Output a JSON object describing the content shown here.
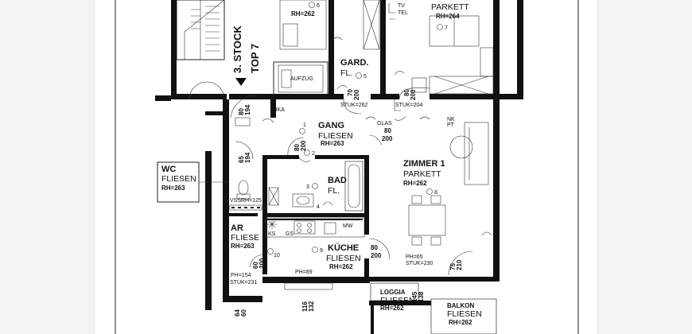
{
  "stair": {
    "floor": "3. STOCK",
    "unit": "TOP 7"
  },
  "elevator": "AUFZUG",
  "rooms": {
    "gard": {
      "name": "GARD.",
      "floor": "FL.",
      "num": "5"
    },
    "bed": {
      "floor": "PARKETT",
      "rh": "RH=264",
      "num": "7"
    },
    "topleft": {
      "rh": "RH=262",
      "num": "6"
    },
    "gang": {
      "name": "GANG",
      "floor": "FLIESEN",
      "rh": "RH=263"
    },
    "wc": {
      "name": "WC",
      "floor": "FLIESEN",
      "rh": "RH=263"
    },
    "bad": {
      "name": "BAD",
      "floor": "FL.",
      "num": "3"
    },
    "zimmer": {
      "name": "ZIMMER 1",
      "floor": "PARKETT",
      "rh": "RH=262",
      "num": "8"
    },
    "ar": {
      "name": "AR",
      "floor": "FLIESE",
      "rh": "RH=263",
      "num": "10"
    },
    "kueche": {
      "name": "KÜCHE",
      "floor": "FLIESEN",
      "rh": "RH=262",
      "num": "9"
    },
    "loggia": {
      "name": "LOGGIA",
      "floor": "FLIESEN",
      "rh": "RH=262"
    },
    "balkon": {
      "name": "BALKON",
      "floor": "FLIESEN",
      "rh": "RH=262"
    }
  },
  "annotations": {
    "tv": "TV",
    "tel": "TEL",
    "sika": "SIKA",
    "glas": "GLAS",
    "nk": "NK",
    "pt": "PT",
    "stuk_262": "STUK=262",
    "stuk_204": "STUK=204",
    "stuk_230_a": "STUK=230",
    "stuk_230_b": "STUK=230",
    "stuk_231": "STUK=231",
    "ph_65": "PH=65",
    "ph_89": "PH=89",
    "ph_154": "PH=154",
    "vss": "VSS",
    "rh125": "RH=125",
    "ks": "KS",
    "gs": "GS",
    "mw": "MW",
    "d_70_200": [
      "70",
      "200"
    ],
    "d_80_200_bed": [
      "80",
      "200"
    ],
    "d_80_194": [
      "80",
      "194"
    ],
    "d_80_200_gang": [
      "80",
      "200"
    ],
    "d_80_200_glas": [
      "80",
      "200"
    ],
    "d_65_194": [
      "65",
      "194"
    ],
    "d_80_200_kue": [
      "80",
      "200"
    ],
    "d_60_200": [
      "60",
      "200"
    ],
    "d_75_210": [
      "75",
      "210"
    ],
    "d_145_138": [
      "145",
      "138"
    ],
    "d_64_60": [
      "64",
      "60"
    ],
    "d_116_132": [
      "116",
      "132"
    ],
    "num_1": "1",
    "num_2": "2",
    "num_4": "4"
  }
}
